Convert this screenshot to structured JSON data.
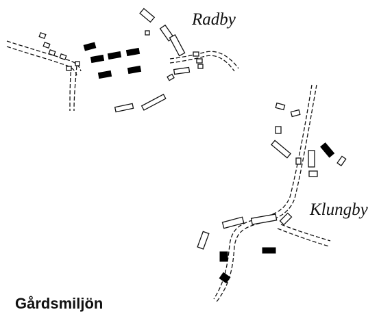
{
  "map": {
    "villages": [
      {
        "name": "Radby"
      },
      {
        "name": "Klungby"
      }
    ],
    "legend_caption": "Gårdsmiljön"
  },
  "colors": {
    "ink": "#111111",
    "background": "#ffffff",
    "filled_building": "#000000"
  }
}
